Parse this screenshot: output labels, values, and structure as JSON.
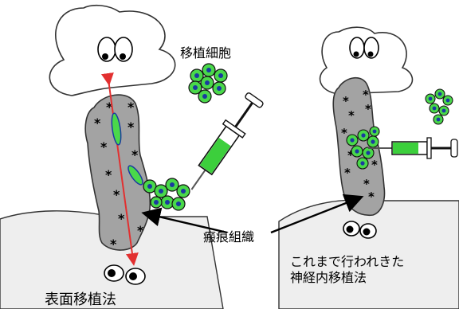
{
  "labels": {
    "transplant_cells": "移植細胞",
    "scar_tissue": "瘢痕組織",
    "surface_method": "表面移植法",
    "conventional_line1": "これまで行われきた",
    "conventional_line2": "神経内移植法"
  },
  "colors": {
    "cell_fill": "#4ad84a",
    "cell_nucleus": "#1a3aa0",
    "scar_fill": "#a3a3a3",
    "arrow_red": "#e23030",
    "syringe_green": "#3ccf3c"
  },
  "icons": [
    "eye-icon",
    "syringe-icon",
    "cell-cluster-icon",
    "asterisk-icon"
  ]
}
